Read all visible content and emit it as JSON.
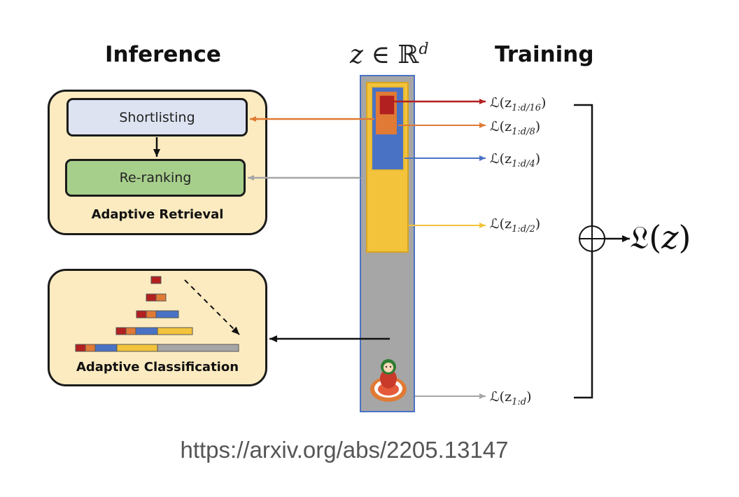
{
  "headings": {
    "inference": "Inference",
    "training": "Training",
    "embedding": {
      "var": "z",
      "op": "∈",
      "space": "ℝ",
      "dim": "d"
    }
  },
  "retrieval_panel": {
    "shortlisting": "Shortlisting",
    "reranking": "Re-ranking",
    "caption": "Adaptive Retrieval"
  },
  "classification_panel": {
    "caption": "Adaptive Classification"
  },
  "losses": [
    {
      "fn": "ℒ(z",
      "sub": "1:d/16",
      "close": ")"
    },
    {
      "fn": "ℒ(z",
      "sub": "1:d/8",
      "close": ")"
    },
    {
      "fn": "ℒ(z",
      "sub": "1:d/4",
      "close": ")"
    },
    {
      "fn": "ℒ(z",
      "sub": "1:d/2",
      "close": ")"
    },
    {
      "fn": "ℒ(z",
      "sub": "1:d",
      "close": ")"
    }
  ],
  "total_loss": {
    "symbol": "𝔏",
    "open": "(",
    "var": "z",
    "close": ")"
  },
  "oplus_symbol": "⊕",
  "source_url": "https://arxiv.org/abs/2205.13147",
  "colors": {
    "red": "#b32020",
    "orange": "#e07a35",
    "blue": "#4a72c4",
    "yellow": "#f3c33c",
    "gray": "#a6a6a6",
    "panel_fill": "#fcebc0",
    "shortlist_fill": "#dde3f1",
    "rerank_fill": "#a7cf8c"
  }
}
